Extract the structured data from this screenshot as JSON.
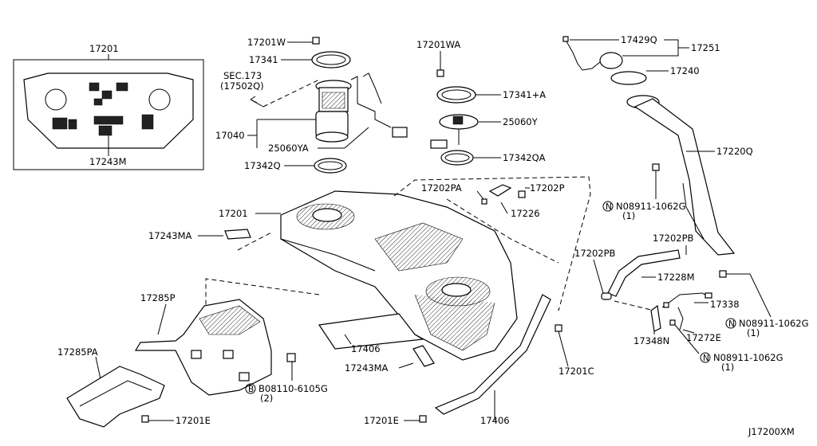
{
  "diagram_code": "J17200XM",
  "callouts": {
    "p17201_box": "17201",
    "p17243M": "17243M",
    "p17201W": "17201W",
    "p17341": "17341",
    "sec173_a": "SEC.173",
    "sec173_b": "(17502Q)",
    "p17040": "17040",
    "p25060YA": "25060YA",
    "p17342Q": "17342Q",
    "p17201WA": "17201WA",
    "p17341A": "17341+A",
    "p25060Y": "25060Y",
    "p17342QA": "17342QA",
    "p17429Q": "17429Q",
    "p17251": "17251",
    "p17240": "17240",
    "p17220Q": "17220Q",
    "p17202PA": "17202PA",
    "p17202P": "17202P",
    "p17226": "17226",
    "p17201": "17201",
    "n08911_a1": "N08911-1062G",
    "n08911_a2": "(1)",
    "p17243MA_1": "17243MA",
    "p17202PB_1": "17202PB",
    "p17202PB_2": "17202PB",
    "p17228M": "17228M",
    "p17285P": "17285P",
    "p17338": "17338",
    "n08911_b1": "N08911-1062G",
    "n08911_b2": "(1)",
    "p17272E": "17272E",
    "p17348N": "17348N",
    "n08911_c1": "N08911-1062G",
    "n08911_c2": "(1)",
    "p17406_1": "17406",
    "p17285PA": "17285PA",
    "p17243MA_2": "17243MA",
    "p17201C": "17201C",
    "b08110_1": "B08110-6105G",
    "b08110_2": "(2)",
    "p17201E_1": "17201E",
    "p17201E_2": "17201E",
    "p17406_2": "17406"
  }
}
